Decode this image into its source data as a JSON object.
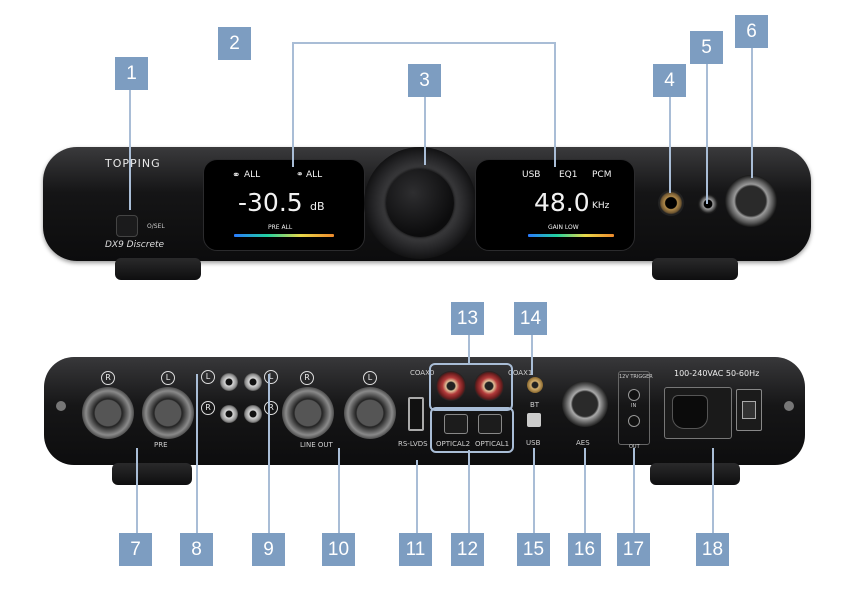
{
  "front_panel": {
    "brand": "TOPPING",
    "model": "DX9 Discrete",
    "button_label": "O/SEL",
    "left_display": {
      "headphone_label": "ALL",
      "speaker_label": "ALL",
      "value": "-30.5",
      "unit": "dB",
      "mode": "PRE ALL"
    },
    "right_display": {
      "input": "USB",
      "eq": "EQ1",
      "format": "PCM",
      "value": "48.0",
      "unit": "KHz",
      "mode": "GAIN LOW"
    }
  },
  "back_panel": {
    "left_r": "R",
    "left_l": "L",
    "pre_label": "PRE",
    "rca_l": "L",
    "rca_r": "R",
    "rca2_l": "L",
    "rca2_r": "R",
    "line_r": "R",
    "line_l": "L",
    "line_out_label": "LINE OUT",
    "rs_lvds": "RS-LVDS",
    "coax0": "COAX0",
    "coax1": "COAX1",
    "optical2": "OPTICAL2",
    "optical1": "OPTICAL1",
    "bt": "BT",
    "usb": "USB",
    "aes": "AES",
    "trigger_label": "12V TRIGGER",
    "trigger_in": "IN",
    "trigger_out": "OUT",
    "power_label": "100-240VAC 50-60Hz"
  },
  "callouts": [
    "1",
    "2",
    "3",
    "4",
    "5",
    "6",
    "7",
    "8",
    "9",
    "10",
    "11",
    "12",
    "13",
    "14",
    "15",
    "16",
    "17",
    "18"
  ],
  "colors": {
    "callout": "#7d9dc1",
    "leader": "#a9bdd6"
  }
}
